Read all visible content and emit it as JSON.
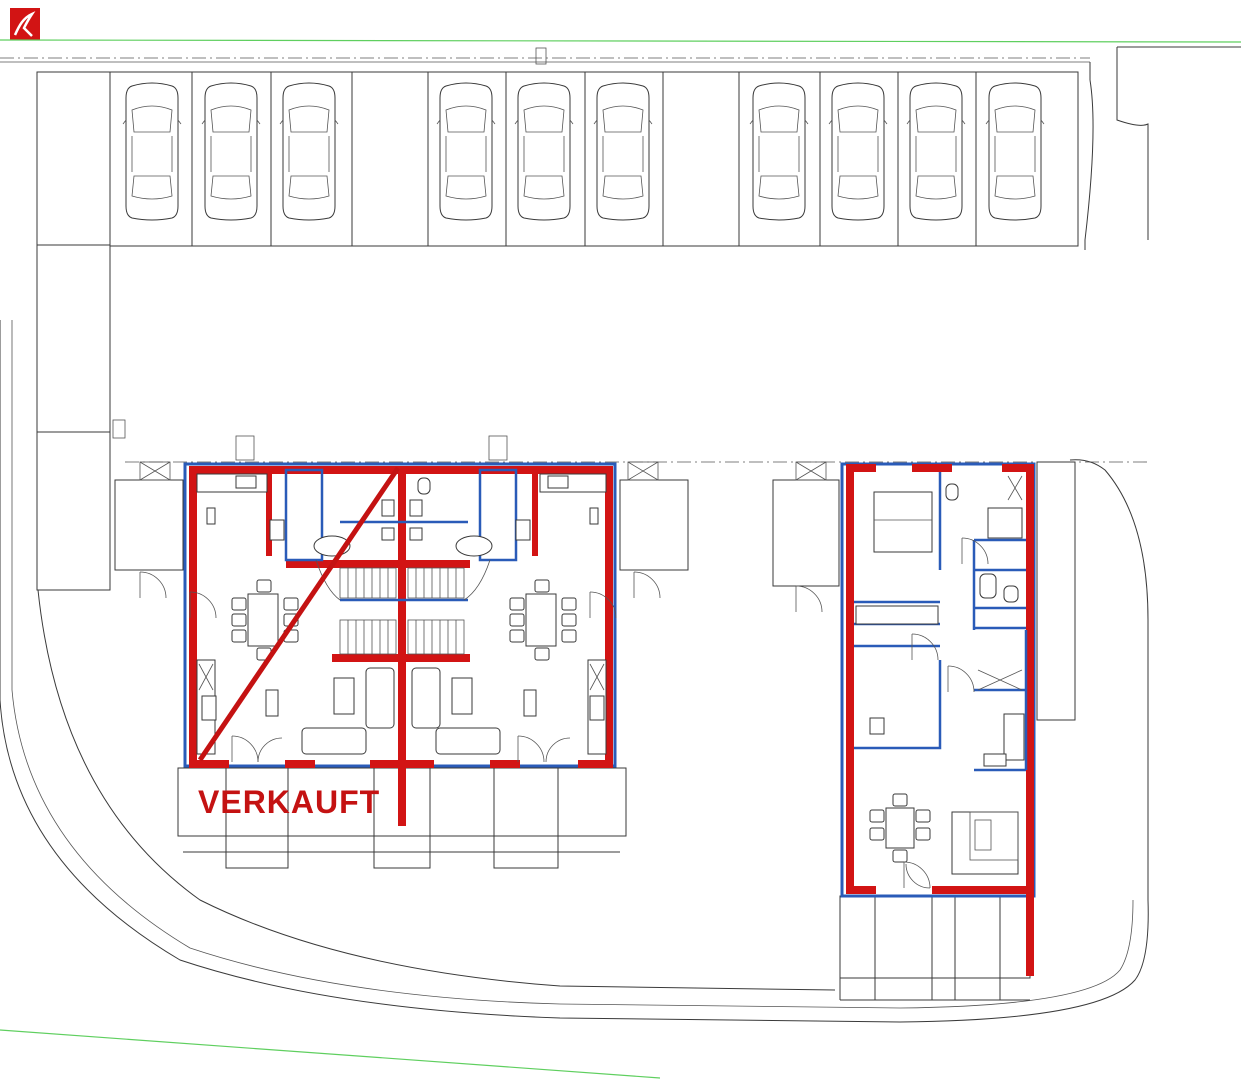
{
  "plan": {
    "sold_label": "VERKAUFT",
    "logo_letter": "R"
  },
  "colors": {
    "wall": "#d21414",
    "insulation": "#2a5bb8",
    "property_line": "#5fcf5f",
    "sold": "#c41212"
  },
  "icons": [
    "car-icon",
    "logo-icon",
    "door-swing-icon",
    "table-icon",
    "sofa-icon",
    "bed-icon",
    "wc-icon",
    "paving-hatch"
  ]
}
